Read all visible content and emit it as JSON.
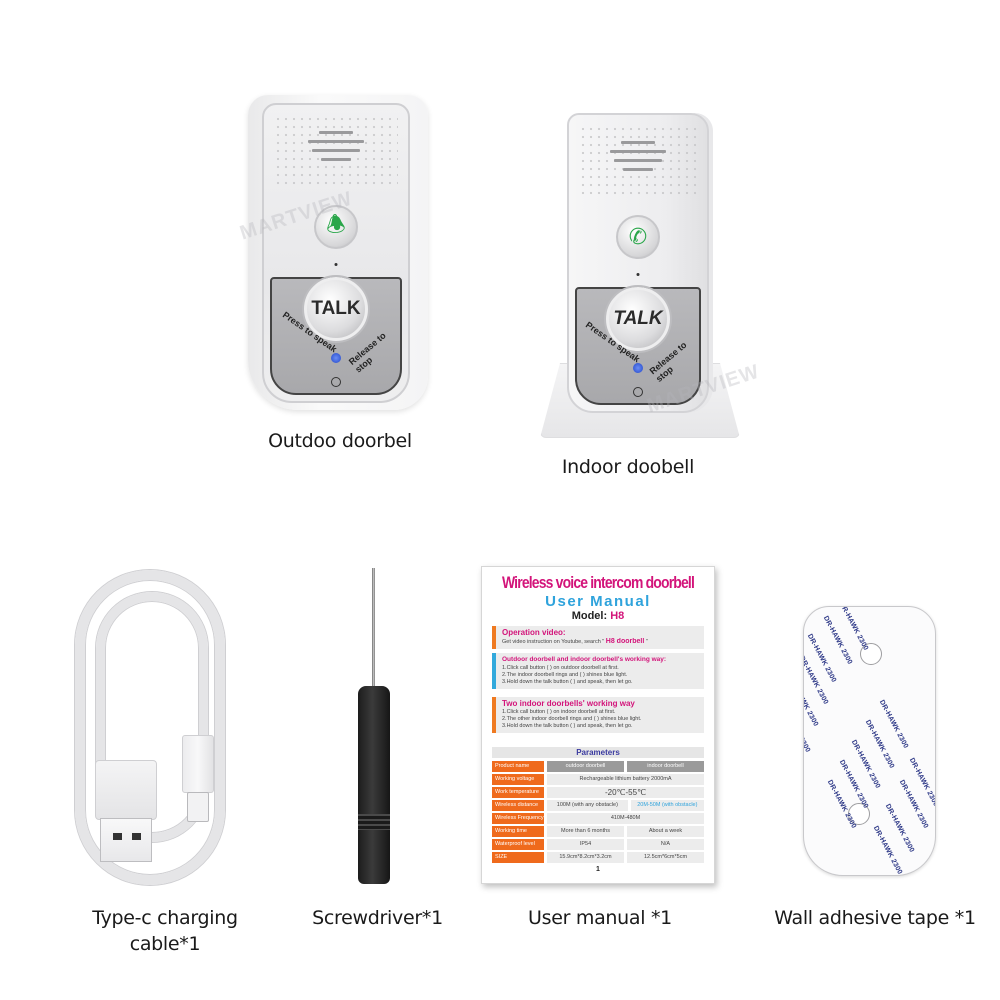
{
  "items": {
    "outdoor_doorbell": {
      "label": "Outdoo doorbel",
      "talk_button": "TALK",
      "press_to_speak": "Press to speak",
      "release_to_stop": "Release to stop",
      "call_icon": "bell-icon"
    },
    "indoor_doorbell": {
      "label": "Indoor doobell",
      "talk_button": "TALK",
      "press_to_speak": "Press to speak",
      "release_to_stop": "Release to stop",
      "call_icon": "phone-icon"
    },
    "cable": {
      "label_line1": "Type-c charging",
      "label_line2": "cable*1"
    },
    "screwdriver": {
      "label": "Screwdriver*1"
    },
    "manual": {
      "label": "User manual *1",
      "title": "Wireless voice intercom doorbell",
      "subtitle": "User Manual",
      "model_label": "Model:",
      "model_value": "H8",
      "sections": [
        {
          "heading": "Operation video:",
          "lines": [
            "Get video instruction on Youtube, search \"",
            "H8 doorbell",
            "\""
          ]
        },
        {
          "heading": "Outdoor doorbell and indoor doorbell's working way:",
          "lines": [
            "1.Click call button ( ) on outdoor doorbell at first.",
            "2.The indoor doorbell rings and ( ) shines blue light.",
            "3.Hold down the talk button ( ) and speak, then let go."
          ]
        },
        {
          "heading": "Two indoor doorbells' working way",
          "lines": [
            "1.Click call button ( ) on indoor doorbell at first.",
            "2.The other indoor doorbell rings and ( ) shines blue light.",
            "3.Hold down the talk button ( ) and speak, then let go."
          ]
        }
      ],
      "parameters": {
        "heading": "Parameters",
        "rows": [
          {
            "key": "Product name",
            "values": [
              "outdoor doorbell",
              "indoor doorbell"
            ]
          },
          {
            "key": "Working voltage",
            "values": [
              "Rechargeable lithium battery 2000mA"
            ]
          },
          {
            "key": "Work temperature",
            "values": [
              "-20℃-55℃"
            ]
          },
          {
            "key": "Wireless distance",
            "values": [
              "100M (with any obstacle)",
              "20M-50M (with obstacle)"
            ]
          },
          {
            "key": "Wireless Frequency",
            "values": [
              "410M-480M"
            ]
          },
          {
            "key": "Working time",
            "values": [
              "More than 6 months",
              "About a week"
            ]
          },
          {
            "key": "Waterproof level",
            "values": [
              "IP54",
              "N/A"
            ]
          },
          {
            "key": "SIZE",
            "values": [
              "15.9cm*8.2cm*3.2cm",
              "12.5cm*6cm*5cm"
            ]
          }
        ]
      },
      "page_number": "1"
    },
    "tape": {
      "label": "Wall adhesive tape *1",
      "print_text": "DR-HAWK 2300"
    }
  },
  "watermark": "MARTVIEW"
}
